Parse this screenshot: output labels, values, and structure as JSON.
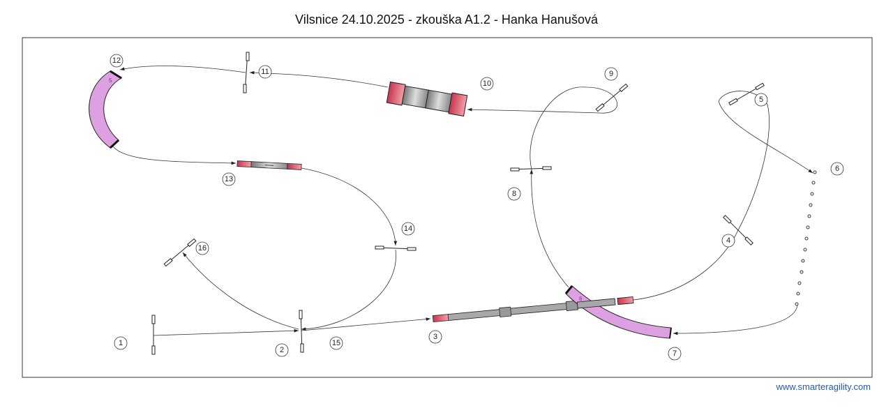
{
  "title": "Vilsnice 24.10.2025 - zkouška A1.2 - Hanka Hanušová",
  "footer": "www.smarteragility.com",
  "colors": {
    "tunnel": "#dda0e0",
    "contact": "#d9556a",
    "plank": "#a8a8a8",
    "footer_link": "#2a5aa8"
  },
  "tunnels": [
    {
      "label": "5"
    },
    {
      "label": "6"
    }
  ],
  "numbers": [
    "1",
    "2",
    "3",
    "4",
    "5",
    "6",
    "7",
    "8",
    "9",
    "10",
    "11",
    "12",
    "13",
    "14",
    "15",
    "16"
  ]
}
